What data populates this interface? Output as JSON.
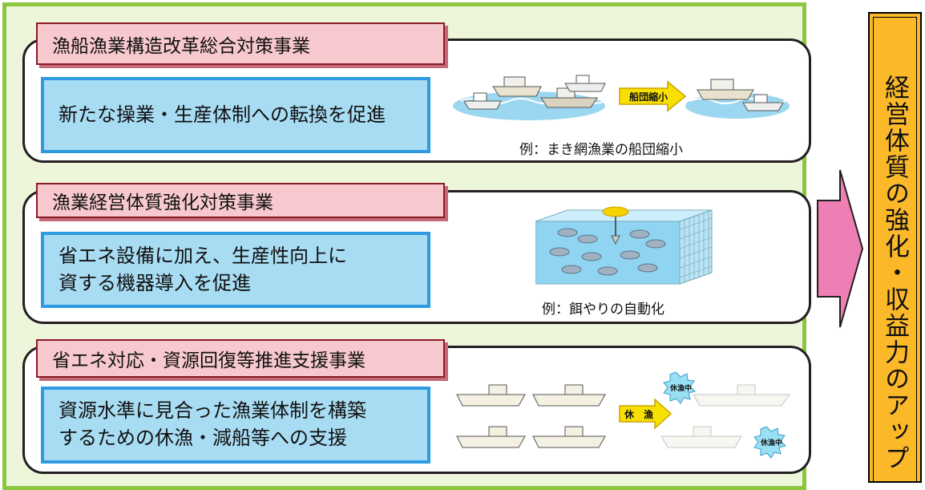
{
  "sections": [
    {
      "title": "漁船漁業構造改革総合対策事業",
      "lines": [
        "新たな操業・生産体制への転換を促進"
      ],
      "caption": "例：まき網漁業の船団縮小",
      "arrow_label": "船団縮小"
    },
    {
      "title": "漁業経営体質強化対策事業",
      "lines": [
        "省エネ設備に加え、生産性向上に",
        "資する機器導入を促進"
      ],
      "caption": "例：餌やりの自動化"
    },
    {
      "title": "省エネ対応・資源回復等推進支援事業",
      "lines": [
        "資源水準に見合った漁業体制を構築",
        "するための休漁・減船等への支援"
      ],
      "arrow_label": "休　漁",
      "badge": "休漁中"
    }
  ],
  "result": "経営体質の強化・収益力のアップ",
  "colors": {
    "outer_fill": "#edf5da",
    "outer_border": "#8cc63f",
    "title_fill": "#f7c8cd",
    "desc_fill": "#a8dcf3",
    "desc_border": "#2e9be0",
    "arrow": "#ee7fb5",
    "result_fill": "#fbb92a"
  }
}
